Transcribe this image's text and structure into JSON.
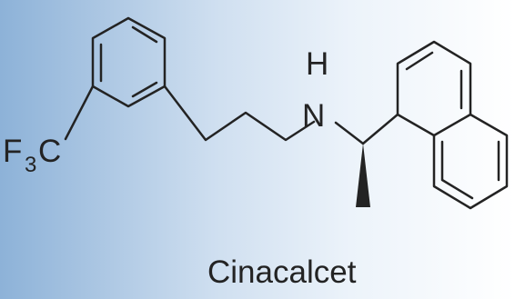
{
  "molecule": {
    "caption": "Cinacalcet",
    "labels": {
      "f": "F",
      "three": "3",
      "c": "C",
      "h": "H",
      "n": "N"
    }
  }
}
